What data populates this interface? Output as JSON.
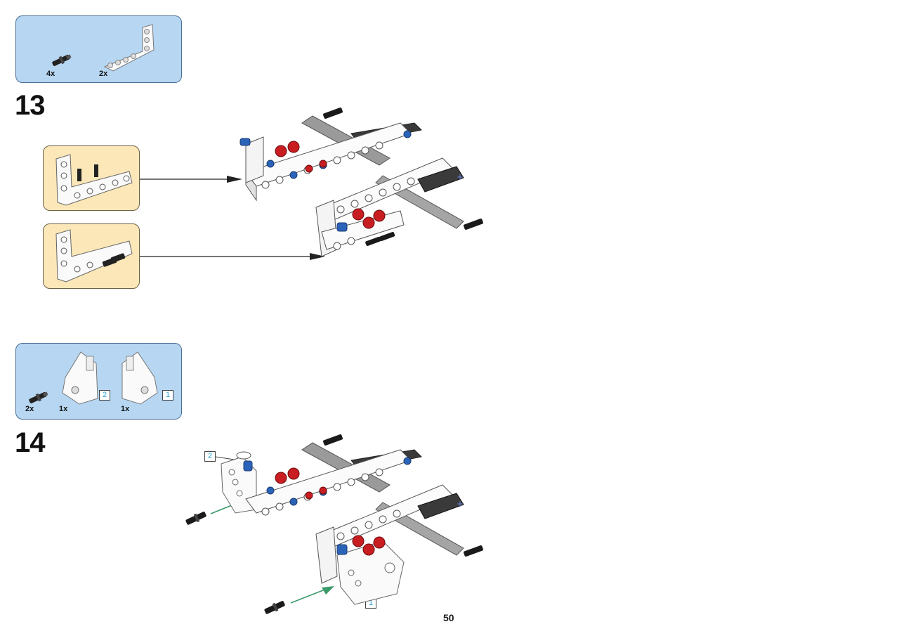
{
  "page": {
    "number": "50"
  },
  "colors": {
    "parts_box": "#b6d6f2",
    "sub_box": "#fbe7b8",
    "callout_text": "#2aa3d9",
    "arrow_green": "#3a9a6a"
  },
  "step13": {
    "number": "13",
    "parts": [
      {
        "name": "friction-pin-with-axle",
        "qty": "4x"
      },
      {
        "name": "l-beam-3x5",
        "qty": "2x"
      }
    ],
    "subassemblies": 2
  },
  "step14": {
    "number": "14",
    "parts": [
      {
        "name": "friction-pin-with-axle",
        "qty": "2x"
      },
      {
        "name": "panel-left",
        "qty": "1x",
        "callout": "2"
      },
      {
        "name": "panel-right",
        "qty": "1x",
        "callout": "1"
      }
    ],
    "callouts": [
      "2",
      "1"
    ]
  }
}
